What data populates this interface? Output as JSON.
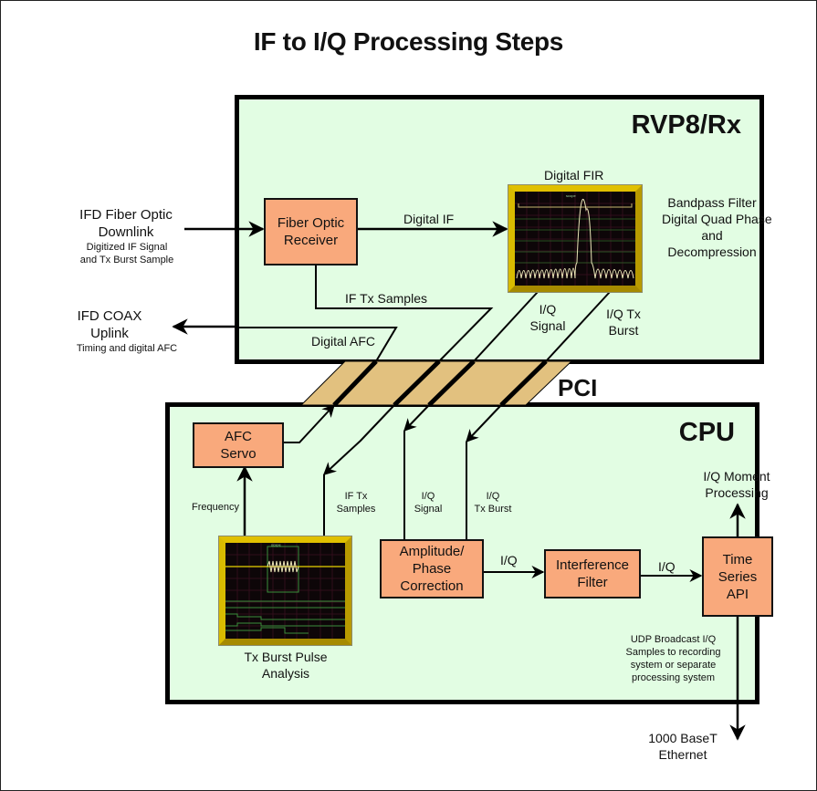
{
  "title": "IF to I/Q Processing Steps",
  "colors": {
    "panel_fill": "#e2fde3",
    "block_fill": "#f9a97c",
    "pci_bus_fill": "#e2c17f",
    "scope_bezel": "#c9a800",
    "scope_screen": "#0d0608"
  },
  "rvp8": {
    "title": "RVP8/Rx",
    "fiber_receiver": "Fiber Optic\nReceiver",
    "digital_fir_label": "Digital FIR",
    "fir_description": [
      "Bandpass Filter",
      "Digital Quad Phase",
      "and",
      "Decompression"
    ],
    "digital_if_label": "Digital IF",
    "if_tx_samples_label": "IF Tx Samples",
    "digital_afc_label": "Digital AFC",
    "iq_signal_label": [
      "I/Q",
      "Signal"
    ],
    "iq_tx_burst_label": [
      "I/Q Tx",
      "Burst"
    ]
  },
  "external": {
    "fiber_downlink_title": [
      "IFD Fiber Optic",
      "Downlink"
    ],
    "fiber_downlink_sub": [
      "Digitized IF Signal",
      "and Tx Burst Sample"
    ],
    "coax_uplink_title": [
      "IFD COAX",
      "Uplink"
    ],
    "coax_uplink_sub": "Timing and digital AFC",
    "ethernet": [
      "1000 BaseT",
      "Ethernet"
    ]
  },
  "pci_label": "PCI",
  "cpu": {
    "title": "CPU",
    "afc_servo": [
      "AFC",
      "Servo"
    ],
    "frequency_label": "Frequency",
    "if_tx_samples_label": [
      "IF Tx",
      "Samples"
    ],
    "iq_signal_label": [
      "I/Q",
      "Signal"
    ],
    "iq_tx_burst_label": [
      "I/Q",
      "Tx Burst"
    ],
    "amp_phase_correction": [
      "Amplitude/",
      "Phase",
      "Correction"
    ],
    "interference_filter": [
      "Interference",
      "Filter"
    ],
    "time_series_api": [
      "Time",
      "Series",
      "API"
    ],
    "iq_label_1": "I/Q",
    "iq_label_2": "I/Q",
    "iq_moment_processing": [
      "I/Q Moment",
      "Processing"
    ],
    "tx_burst_analysis": [
      "Tx Burst Pulse",
      "Analysis"
    ],
    "udp_note": [
      "UDP Broadcast I/Q",
      "Samples to recording",
      "system or separate",
      "processing system"
    ]
  }
}
